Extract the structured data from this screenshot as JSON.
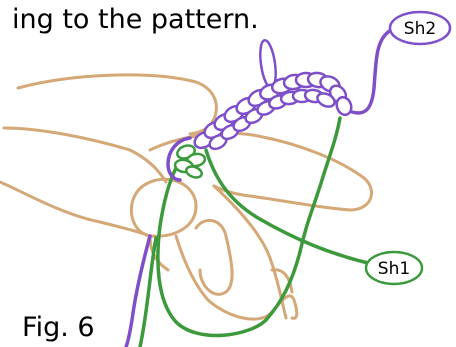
{
  "caption_top": "ing to the pattern.",
  "figure_label": "Fig. 6",
  "shuttle_labels": {
    "sh2": "Sh2",
    "sh1": "Sh1"
  },
  "colors": {
    "hand": "#d4a877",
    "purple_thread": "#7e4fc9",
    "green_thread": "#3c9a3c",
    "text": "#000000"
  }
}
